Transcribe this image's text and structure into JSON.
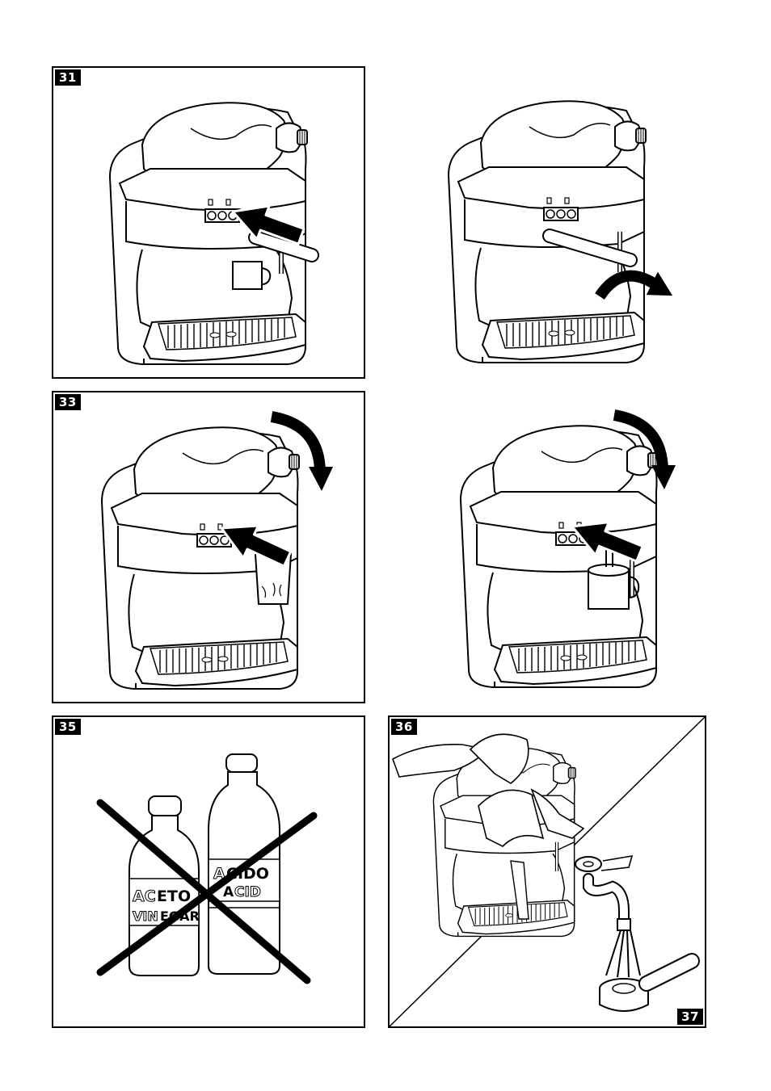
{
  "panels": {
    "p31": {
      "number": "31"
    },
    "p32": {
      "number": ""
    },
    "p33": {
      "number": "33"
    },
    "p34": {
      "number": ""
    },
    "p35": {
      "number": "35",
      "bottle_left": {
        "line1_a": "AC",
        "line1_b": "ETO",
        "line2_a": "VIN",
        "line2_b": "EGAR"
      },
      "bottle_right": {
        "line1_a": "A",
        "line1_b": "CIDO",
        "line2_a": "A",
        "line2_b": "CID"
      }
    },
    "p36": {
      "number": "36"
    },
    "p37": {
      "number": "37"
    }
  },
  "colors": {
    "ink": "#000000",
    "paper": "#ffffff",
    "grey": "#9a9a9a"
  }
}
